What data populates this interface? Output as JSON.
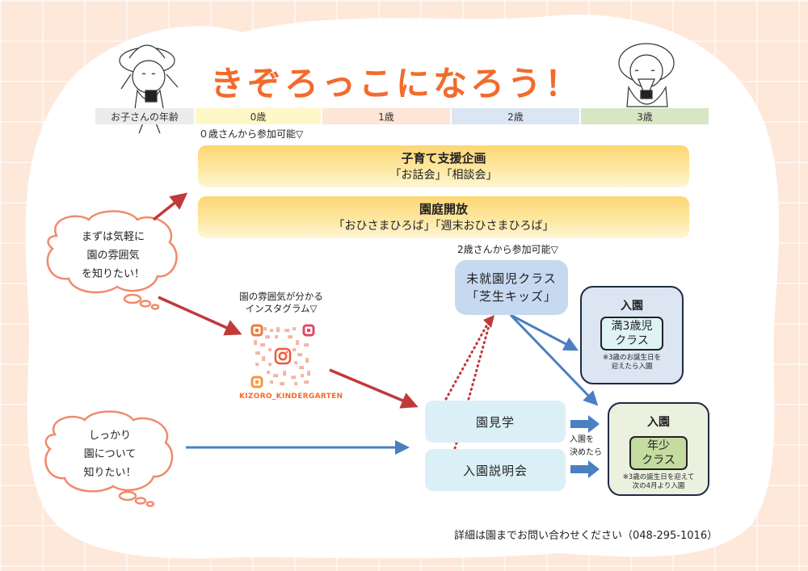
{
  "title": "きぞろっこになろう！",
  "age_table": {
    "label": "お子さんの年齢",
    "ages": [
      "0歳",
      "1歳",
      "2歳",
      "3歳"
    ]
  },
  "notes": {
    "from_age0": "０歳さんから参加可能▽",
    "from_age2": "2歳さんから参加可能▽"
  },
  "programs": [
    {
      "title": "子育て支援企画",
      "subtitle": "「お話会」「相談会」"
    },
    {
      "title": "園庭開放",
      "subtitle": "「おひさまひろば」「週末おひさまひろば」"
    }
  ],
  "bubbles": [
    {
      "lines": [
        "まずは気軽に",
        "園の雰囲気",
        "を知りたい！"
      ]
    },
    {
      "lines": [
        "しっかり",
        "園について",
        "知りたい！"
      ]
    }
  ],
  "instagram": {
    "caption_lines": [
      "園の雰囲気が分かる",
      "インスタグラム▽"
    ],
    "handle": "KIZORO_KINDERGARTEN",
    "icon": "instagram-icon"
  },
  "pre_school_class": {
    "lines": [
      "未就園児クラス",
      "「芝生キッズ」"
    ]
  },
  "events": {
    "visit": "園見学",
    "briefing": "入園説明会"
  },
  "decide_label_lines": [
    "入園を",
    "決めたら"
  ],
  "enrollment": [
    {
      "title": "入園",
      "class_lines": [
        "満3歳児",
        "クラス"
      ],
      "note_lines": [
        "※3歳のお誕生日を",
        "迎えたら入園"
      ]
    },
    {
      "title": "入園",
      "class_lines": [
        "年少",
        "クラス"
      ],
      "note_lines": [
        "※3歳の誕生日を迎えて",
        "次の4月より入園"
      ]
    }
  ],
  "footer": "詳細は園までお問い合わせください（048-295-1016）",
  "colors": {
    "title_orange": "#f26b2c",
    "arrow_red": "#c0393b",
    "arrow_blue": "#4a7fc1",
    "bubble_outline": "#f08a6c",
    "background_peach": "#fde8da"
  }
}
